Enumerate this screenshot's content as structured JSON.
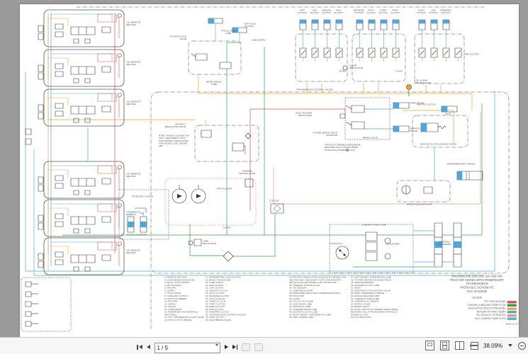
{
  "viewer": {
    "page_value": "1 / 5",
    "zoom_value": "38.09%"
  },
  "doc": {
    "title_lines": [
      "MAGNUM 235, 260, 290, 315 AND 340",
      "TRACTOR SERIES WITH POWERSHIFT",
      "TRANSMISSION",
      "HYDRAULIC SCHEMATIC",
      "RAC 47431595"
    ],
    "sheet": "SHEET 1 OF 5",
    "legend": {
      "title": "LEGEND",
      "entries": [
        {
          "label": "PFC PISTON PUMP",
          "color": "#e2514f"
        },
        {
          "label": "CHARGE LUBE/LUBE PUMP FLOW",
          "color": "#2ca05a"
        },
        {
          "label": "REGULATED CIRCUIT PRESSURE",
          "color": "#f2a134"
        },
        {
          "label": "RETURN TO TANK / SUMP",
          "color": "#4aa8e0"
        },
        {
          "label": "OIL COOLER / FILTRATION",
          "color": "#f0908f"
        },
        {
          "label": "AUX. CHARGE PUMP FLOW",
          "color": "#41bfbf"
        }
      ]
    },
    "labels": {
      "remote_section": "4.5L REMOTE SECTION",
      "pto_diff_lock_valve": "PTO/DIFF LOCK VALVE",
      "pto_clutch_lube": "PTO CLUTCH LUBE",
      "diff_lock_clutch": "DIFF LOCK CLUTCH",
      "lube_supply": "LUBE SUPPLY",
      "bevel_pinion_lube": "BEVEL PINION LUBE",
      "transmission_control_valves": "TRANSMISSION CONTROL VALVES",
      "mfd_clutch": "MFD CLUTCH",
      "low_clutch": "LOW CLUTCH",
      "medium_clutch": "MEDIUM CLUTCH",
      "high_clutch": "HIGH CLUTCH",
      "reverse_clutch": "REVERSE CLUTCH",
      "fifth_clutch": "FIFTH CLUTCH",
      "third_clutch": "THIRD CLUTCH",
      "first_clutch": "FIRST CLUTCH",
      "even_clutch": "EVEN CLUTCH",
      "odd_clutch": "ODD CLUTCH",
      "creeper_clutch": "CREEPER CLUTCH",
      "park_clutch": "PARK CLUTCH",
      "kpa": "14 kPa",
      "accumulator": "0.75L 10 BAR ACCUMULATOR",
      "regulator_10bar": "10 BAR REGULATOR",
      "master_clutch": "MASTER CLUTCH",
      "inlet": "INLET",
      "master_clutch_inching_valve": "MASTER CLUTCH INCHING VALVE",
      "park_emergency_brake": "PARK/EMERGENCY BRAKE",
      "park_brake": "PARK BRAKE",
      "service_brake": "SERVICE BRAKE",
      "brake_valve": "BRAKE VALVE",
      "to_park_brake": "TO PARK BRAKE VALVE SOLENOID",
      "inlet_regulated": "INLET 20.5 BAR REGULATED",
      "switch_note": "SWITCH IS OPENED WHEN PEDAL REACHES FULL STROKE WHEN HYDRAULIC POWER IS LOST",
      "priority_regulator_valve": "PRIORITY REGULATOR VALVE",
      "priority_note": "NOTE: MODELS 315 AND 340 ONLY. SEE SHEET 4 OR 5 FOR PRIORITY REGULATOR FOR MODELS 235, 260 AND 290.",
      "piston_pump": "PISTON PUMP",
      "thermal_bypass": "THERMAL BYPASS VALVE",
      "cooler": "COOLER",
      "filter": "FILTER",
      "lube_regulator": "LUBE REGULATOR",
      "category_hitch": "CATEGORY II HITCH",
      "or": "OR",
      "hitch_cylinders": "HITCH CYLINDERS",
      "brake_release_pump": "BRAKE RELEASE PUMP",
      "steering_hand_pump": "STEERING HAND PUMP",
      "crossover": "CROSSOVER",
      "steering_cylinders": "STEERING CYLINDERS"
    },
    "parts": {
      "col1": [
        "1. REMOTE SECTION",
        "2. LOAD SENSE DIAGNOSTIC",
        "3. PILOT / HITCH DRAIN",
        "4. PILOT SUPPLY",
        "5. RETURN",
        "6. SUPPLY",
        "7. HITCH VALVE",
        "8. CATEGORY II HITCH",
        "9. HITCH CYLINDERS",
        "10. RETURN",
        "11. SUPPLY",
        "12. SIGNAL",
        "13. CASE DRAIN",
        "14. POWER BEYOND MANIFOLD (OPTIONAL)",
        "15. PTO / DIFFERENTIAL LOCK VALVE",
        "16. PTO CLUTCH / BRAKE"
      ],
      "col2": [
        "17. DIFFERENTIAL LOCK CLUTCH",
        "18. BEVEL PINION LUBE",
        "19. LUBE SUPPLY",
        "20. MFD CLUTCH",
        "21. LOW CLUTCH",
        "22. MEDIUM CLUTCH",
        "23. HIGH CLUTCH",
        "24. REVERSE CLUTCH",
        "25. FIFTH CLUTCH",
        "26. THIRD CLUTCH",
        "27. FIRST CLUTCH",
        "28. EVEN CLUTCH",
        "29. ODD CLUTCH",
        "30. CREEPER CLUTCH",
        "31. TRANSMISSION CONTROL VALVES",
        "32. PARK CLUTCH",
        "33. INLET/BRAKE VALVE"
      ],
      "col3": [
        "34. PRIORITY REGULATOR VALVE  NOTE: MODELS 315 AND 340 ONLY. SEE SHEET 4 OR 5 FOR PRIORITY REGULATOR FOR MODELS 235, 260 AND 290.",
        "35. THERMAL BYPASS VALVE",
        "36. OIL COOLER",
        "37. LUBE REGULATOR",
        "38. PRESSURE AND FLOW COMPENSATED (PFC) PISTON PUMP",
        "39. FILTER",
        "40. PTO CLUTCH LUBE",
        "41. ODD / EVEN LUBE",
        "42. DROP BOX LUBE",
        "43. CREEPER DRIVE LUBE",
        "44. MASTER CLUTCH LUBE",
        "45. RIGHT BRAKE / DIFFERENTIAL LUBE",
        "46. MFD / RANGE LUBE"
      ],
      "col4": [
        "47. LEFT BRAKE / DIFFERENTIAL LUBE",
        "48. TO PARK BRAKE SOLENOID VALVE",
        "49. SERVICE BRAKES",
        "50. MASTER CLUTCH LUBE",
        "51. INLET",
        "52. MASTER CLUTCH INCHING VALVE",
        "53. PARK / EMERGENCY BRAKE",
        "54. BRAKE RELEASE PUMP",
        "55. STEERING HAND PUMP",
        "56. STEERING CYLINDERS",
        "57. BYPASS VALVE",
        "58. BRAKE VALVE",
        "59. NOTE: SWITCH IS OPENED WHEN PEDAL REACHES FULL STROKE WHEN HYDRAULIC POWER IS LOST",
        "60. ACCUMULATOR"
      ]
    }
  }
}
